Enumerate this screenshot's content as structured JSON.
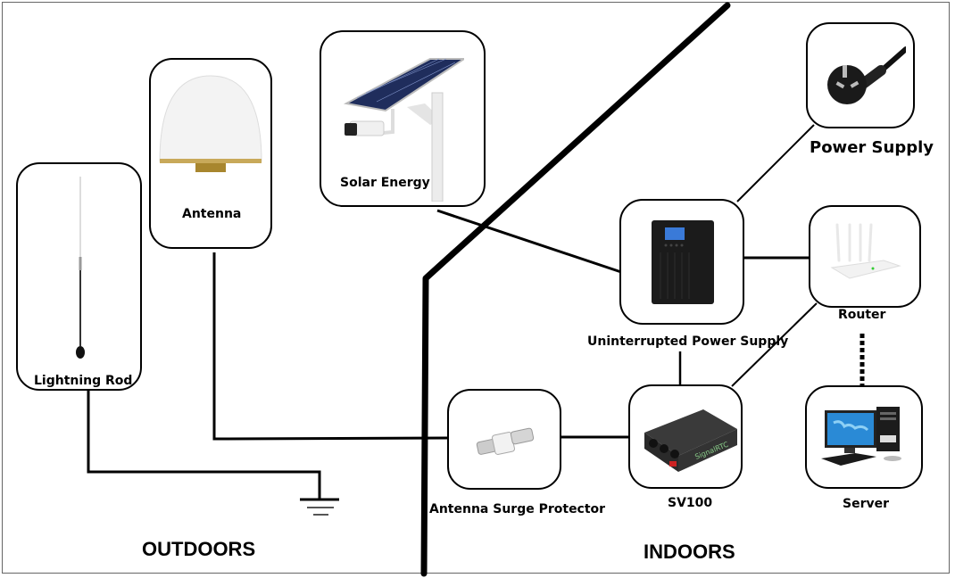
{
  "diagram": {
    "zones": {
      "outdoors": "OUTDOORS",
      "indoors": "INDOORS"
    },
    "nodes": {
      "lightning_rod": {
        "label": "Lightning Rod",
        "icon": "lightning-rod-icon"
      },
      "antenna": {
        "label": "Antenna",
        "icon": "dome-antenna-icon"
      },
      "solar_energy": {
        "label": "Solar Energy",
        "icon": "solar-panel-camera-icon"
      },
      "power_supply": {
        "label": "Power Supply",
        "icon": "power-plug-icon"
      },
      "ups": {
        "label": "Uninterrupted Power Supply",
        "icon": "ups-tower-icon"
      },
      "router": {
        "label": "Router",
        "icon": "wifi-router-icon"
      },
      "surge_protector": {
        "label": "Antenna Surge Protector",
        "icon": "surge-protector-icon"
      },
      "sv100": {
        "label": "SV100",
        "icon": "sv100-device-icon"
      },
      "server": {
        "label": "Server",
        "icon": "desktop-computer-icon"
      }
    },
    "connections": [
      [
        "lightning_rod",
        "ground"
      ],
      [
        "antenna",
        "surge_protector"
      ],
      [
        "solar_energy",
        "ups"
      ],
      [
        "power_supply",
        "ups"
      ],
      [
        "ups",
        "router"
      ],
      [
        "ups",
        "sv100"
      ],
      [
        "router",
        "sv100"
      ],
      [
        "surge_protector",
        "sv100"
      ],
      [
        "router",
        "server",
        "dashed"
      ]
    ],
    "colors": {
      "line": "#000000",
      "border": "#666666",
      "background": "#ffffff"
    }
  }
}
